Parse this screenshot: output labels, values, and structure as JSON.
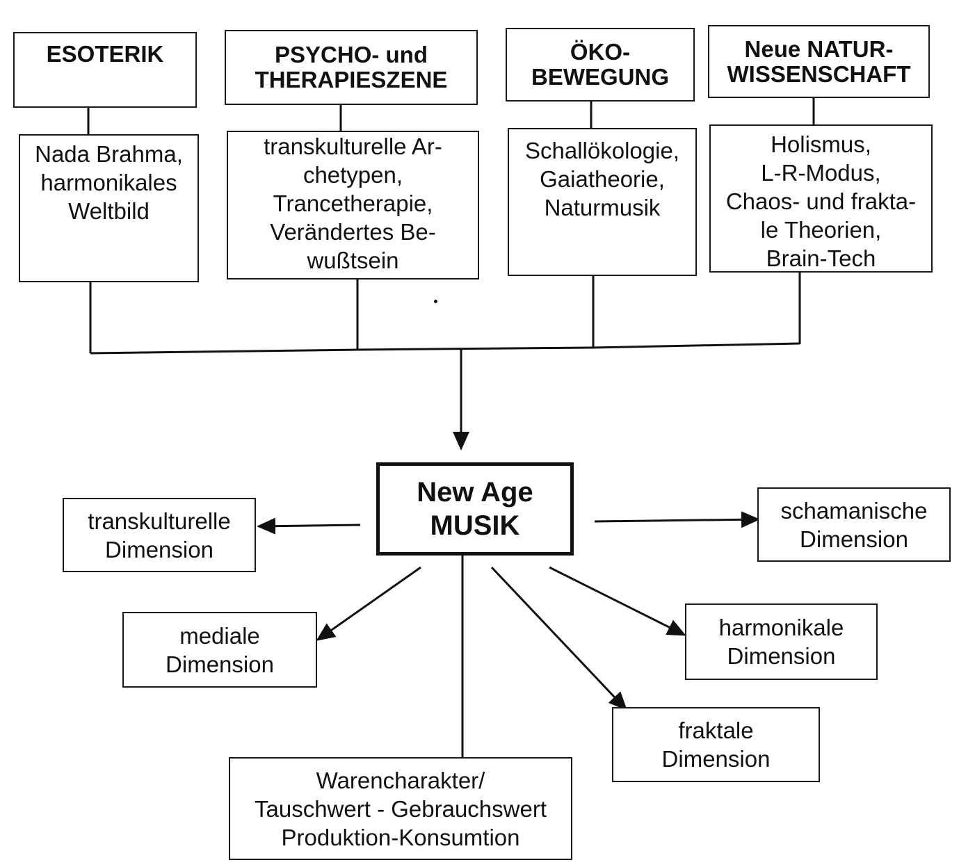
{
  "sources": [
    {
      "heading": [
        "ESOTERIK"
      ],
      "topics": [
        "Nada Brahma,",
        "harmonikales",
        "Weltbild"
      ]
    },
    {
      "heading": [
        "PSYCHO- und",
        "THERAPIESZENE"
      ],
      "topics": [
        "transkulturelle Ar-",
        "chetypen,",
        "Trancetherapie,",
        "Verändertes Be-",
        "wußtsein"
      ]
    },
    {
      "heading": [
        "ÖKO-",
        "BEWEGUNG"
      ],
      "topics": [
        "Schallökologie,",
        "Gaiatheorie,",
        "Naturmusik"
      ]
    },
    {
      "heading": [
        "Neue NATUR-",
        "WISSENSCHAFT"
      ],
      "topics": [
        "Holismus,",
        "L-R-Modus,",
        "Chaos- und frakta-",
        "le Theorien,",
        "Brain-Tech"
      ]
    }
  ],
  "center": [
    "New Age",
    "MUSIK"
  ],
  "dimensions": {
    "transkulturelle": [
      "transkulturelle",
      "Dimension"
    ],
    "schamanische": [
      "schamanische",
      "Dimension"
    ],
    "mediale": [
      "mediale",
      "Dimension"
    ],
    "harmonikale": [
      "harmonikale",
      "Dimension"
    ],
    "fraktale": [
      "fraktale",
      "Dimension"
    ],
    "waren": [
      "Warencharakter/",
      "Tauschwert - Gebrauchswert",
      "Produktion-Konsumtion"
    ]
  },
  "colors": {
    "ink": "#111111",
    "background": "#ffffff"
  }
}
